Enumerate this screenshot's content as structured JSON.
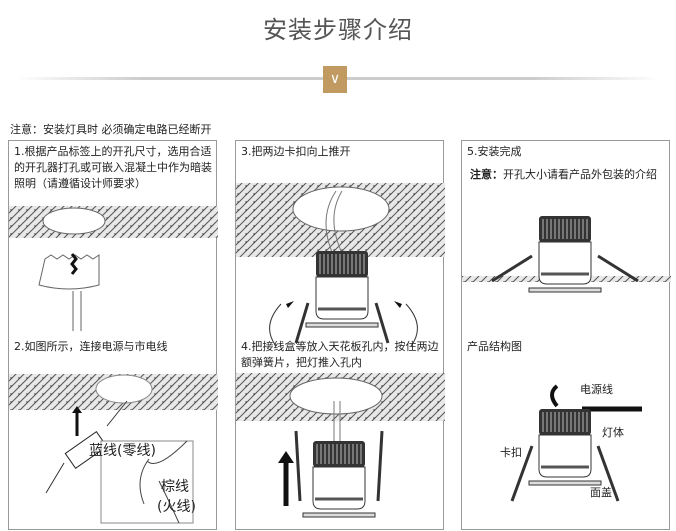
{
  "header": {
    "title": "安装步骤介绍",
    "chevron": "∨"
  },
  "note": "注意：安装灯具时 必须确定电路已经断开",
  "steps": {
    "s1": "1.根据产品标签上的开孔尺寸，选用合适的开孔器打孔或可嵌入混凝土中作为暗装照明（请遵循设计师要求）",
    "s2": "2.如图所示，连接电源与市电线",
    "s3": "3.把两边卡扣向上推开",
    "s4": "4.把接线盒等放入天花板孔内，按住两边额弹簧片，把灯推入孔内",
    "s5": "5.安装完成",
    "s5_note_label": "注意：",
    "s5_note": "开孔大小请看产品外包装的介绍",
    "structure_title": "产品结构图"
  },
  "wire_labels": {
    "blue": "蓝线(零线)",
    "brown": "棕线",
    "live": "(火线)"
  },
  "structure_labels": {
    "power": "电源线",
    "body": "灯体",
    "clip": "卡扣",
    "cover": "面盖"
  },
  "colors": {
    "accent": "#c19a62"
  }
}
